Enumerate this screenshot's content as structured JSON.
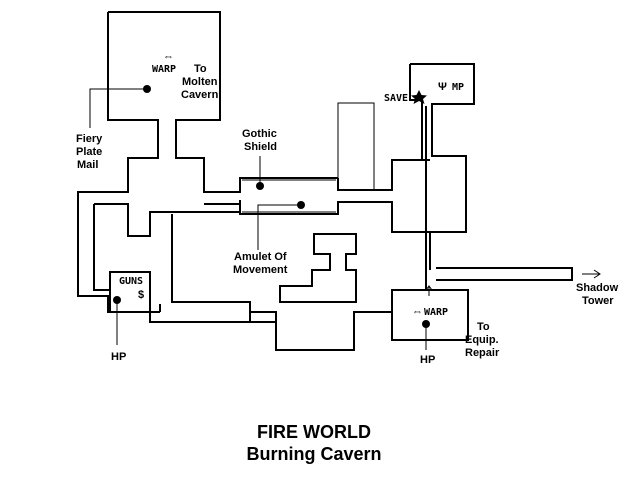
{
  "map": {
    "title": "FIRE WORLD",
    "subtitle": "Burning Cavern"
  },
  "labels": {
    "warp_top": "WARP",
    "to_molten_1": "To",
    "to_molten_2": "Molten",
    "to_molten_3": "Cavern",
    "fiery_1": "Fiery",
    "fiery_2": "Plate",
    "fiery_3": "Mail",
    "gothic_1": "Gothic",
    "gothic_2": "Shield",
    "amulet_1": "Amulet Of",
    "amulet_2": "Movement",
    "save": "SAVE",
    "mp": "MP",
    "guns": "GUNS",
    "hp_left": "HP",
    "warp_bottom": "WARP",
    "hp_right": "HP",
    "to_equip_1": "To",
    "to_equip_2": "Equip.",
    "to_equip_3": "Repair",
    "shadow_1": "Shadow",
    "shadow_2": "Tower"
  },
  "icons": [
    "warp-arrows-icon",
    "star-save-icon",
    "psi-mp-icon",
    "dollar-icon",
    "up-arrow-icon",
    "right-arrow-icon"
  ]
}
